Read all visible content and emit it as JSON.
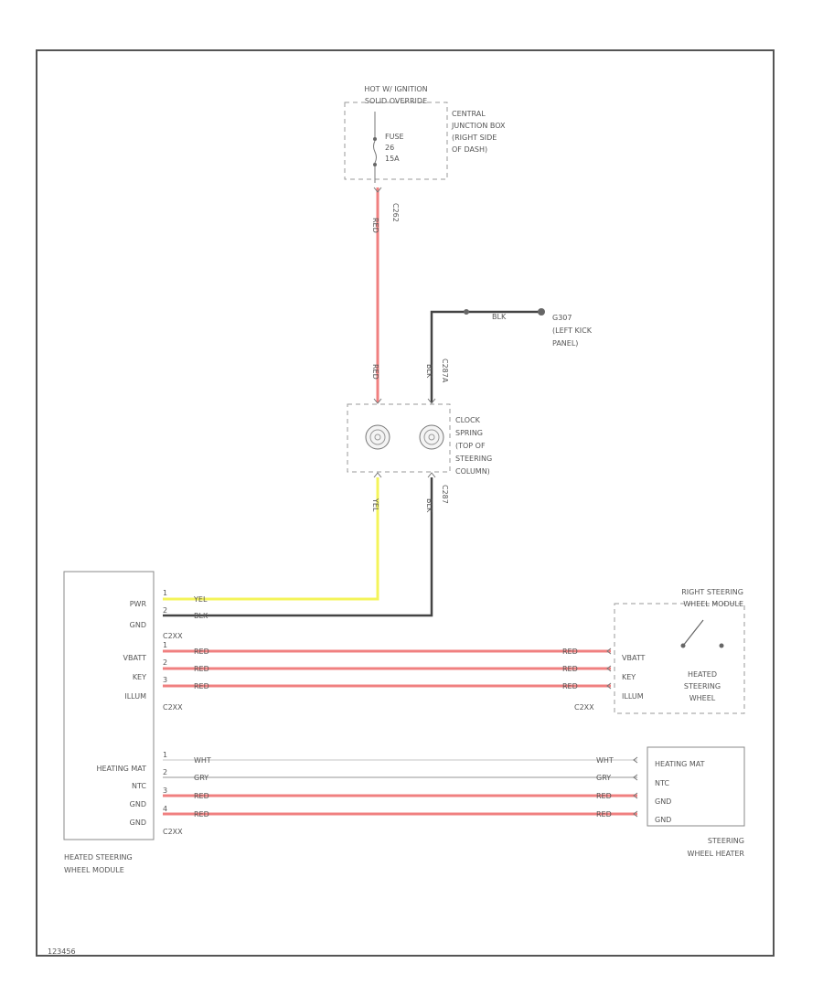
{
  "fuse_block": {
    "title": [
      "HOT W/ IGNITION",
      "SOLID OVERRIDE"
    ],
    "fuse": [
      "FUSE",
      "26",
      "15A"
    ],
    "location": [
      "CENTRAL",
      "JUNCTION BOX",
      "(RIGHT SIDE",
      "OF DASH)"
    ],
    "connector": "C262"
  },
  "ground": {
    "wire": "BLK",
    "name": "G307",
    "location": [
      "(LEFT KICK",
      "PANEL)"
    ]
  },
  "clockspring": {
    "name": [
      "CLOCK",
      "SPRING",
      "(TOP OF",
      "STEERING",
      "COLUMN)"
    ],
    "connector_top": "C287A",
    "connector_bottom": "C287",
    "top_wires": [
      "RED",
      "BLK"
    ],
    "bottom_wires": [
      "YEL",
      "BLK"
    ]
  },
  "module": {
    "name": [
      "HEATED STEERING",
      "WHEEL MODULE"
    ],
    "pins_group1": [
      "PWR",
      "GND"
    ],
    "conn1": "C2XX",
    "pins_group2": [
      "VBATT",
      "KEY",
      "ILLUM"
    ],
    "conn2": "C2XX",
    "pins_group3": [
      "HEATING MAT",
      "NTC",
      "GND",
      "GND"
    ],
    "conn3": "C2XX"
  },
  "wires": {
    "pwr": {
      "pin": "1",
      "color": "YEL"
    },
    "gnd": {
      "pin": "2",
      "color": "BLK"
    },
    "switch_rows": [
      {
        "pin": "1",
        "color": "RED"
      },
      {
        "pin": "2",
        "color": "RED"
      },
      {
        "pin": "3",
        "color": "RED"
      }
    ],
    "heater_rows": [
      {
        "pin": "1",
        "color": "WHT"
      },
      {
        "pin": "2",
        "color": "GRY"
      },
      {
        "pin": "3",
        "color": "RED"
      },
      {
        "pin": "4",
        "color": "RED"
      }
    ]
  },
  "switch": {
    "title": [
      "RIGHT STEERING",
      "WHEEL MODULE"
    ],
    "pins": [
      "VBATT",
      "KEY",
      "ILLUM"
    ],
    "label": [
      "HEATED",
      "STEERING",
      "WHEEL"
    ],
    "connector": "C2XX"
  },
  "heater": {
    "pins": [
      "HEATING MAT",
      "NTC",
      "GND",
      "GND"
    ],
    "name": [
      "STEERING",
      "WHEEL HEATER"
    ]
  },
  "footer_id": "123456",
  "colors": {
    "red": "#f08080",
    "yellow": "#f4f45a",
    "black": "#444444",
    "white": "#d8d8d8",
    "gray": "#b8b8b8"
  }
}
